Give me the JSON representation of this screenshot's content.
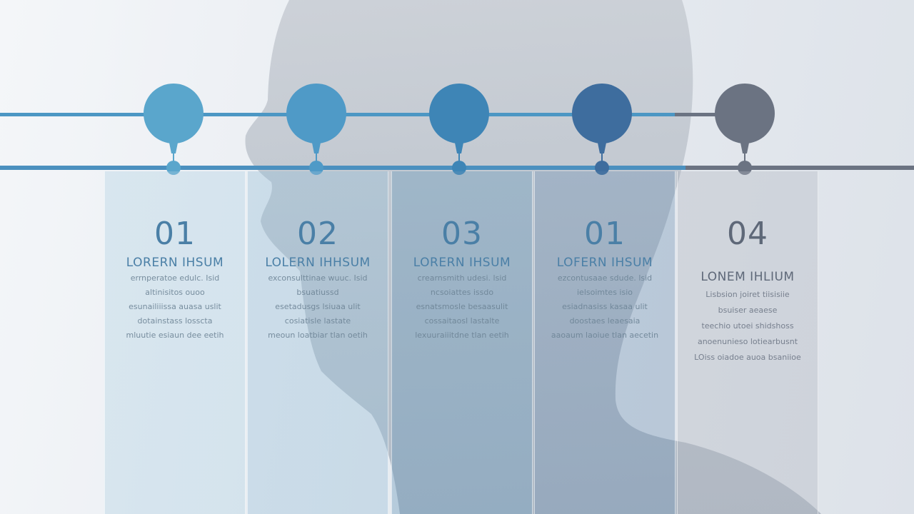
{
  "colors": {
    "step1": "#5aa6cc",
    "step2": "#4f9ac7",
    "step3": "#3e85b6",
    "step4": "#3e6d9e",
    "step5": "#6b7382",
    "column_text": "#4a7fa6",
    "last_column_text": "#5e6878"
  },
  "steps": [
    {
      "number": "01",
      "title": "LORERN IHSUM",
      "lines": [
        "errnperatoe edulc. Isid",
        "altinisitos ouoo",
        "esunailiiissa auasa uslit",
        "dotainstass losscta",
        "mluutie esiaun dee eetih"
      ]
    },
    {
      "number": "02",
      "title": "LOLERN IHHSUM",
      "lines": [
        "exconsulttinae wuuc. Isid",
        "bsuatiussd",
        "esetadusgs lsiuaa ulit",
        "cosiatisle lastate",
        "meoun loatbiar tlan oetih"
      ]
    },
    {
      "number": "03",
      "title": "LORERN IHSUM",
      "lines": [
        "crearnsmith udesi. lsid",
        "ncsoiattes issdo",
        "esnatsmosle besaasulit",
        "cossaitaosl lastalte",
        "lexuuraiiitdne tlan eetih"
      ]
    },
    {
      "number": "01",
      "title": "LOFERN IHSUM",
      "lines": [
        "ezcontusaae sdude. lsid",
        "ielsoimtes isio",
        "esiadnasiss kasaa ulit",
        "doostaes leaesaia",
        "aaoaum laoiue tlan aecetin"
      ]
    },
    {
      "number": "04",
      "title": "LONEM IHLIUM",
      "lines": [
        "Lisbsion joiret tiisisiie",
        "bsuiser aeaese",
        "teechio utoei shidshoss",
        "anoenunieso lotiearbusnt",
        "LOiss oiadoe auoa bsaniioe"
      ]
    }
  ]
}
